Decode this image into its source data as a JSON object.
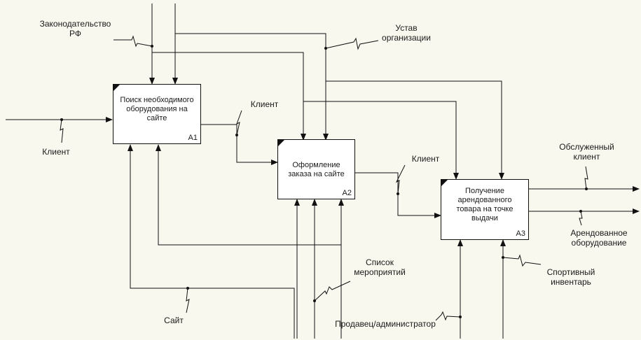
{
  "diagram": {
    "colors": {
      "background": "#f8f8ee",
      "line": "#111111",
      "box_fill": "#ffffff"
    },
    "boxes": [
      {
        "title": "Поиск необходимого\nоборудования на\nсайте",
        "number": "A1"
      },
      {
        "title": "Оформление\nзаказа на сайте",
        "number": "A2"
      },
      {
        "title": "Получение\nарендованного\nтовара на точке\nвыдачи",
        "number": "A3"
      }
    ],
    "labels": {
      "law": "Законодательство\nРФ",
      "charter": "Устав\nорганизации",
      "client_in": "Клиент",
      "client_a1_a2": "Клиент",
      "client_a2_a3": "Клиент",
      "served_client": "Обслуженный\nклиент",
      "rented_equipment": "Арендованное\nоборудование",
      "sports_equipment": "Спортивный\nинвентарь",
      "event_list": "Список\nмероприятий",
      "site": "Сайт",
      "seller": "Продавец/администратор"
    }
  }
}
